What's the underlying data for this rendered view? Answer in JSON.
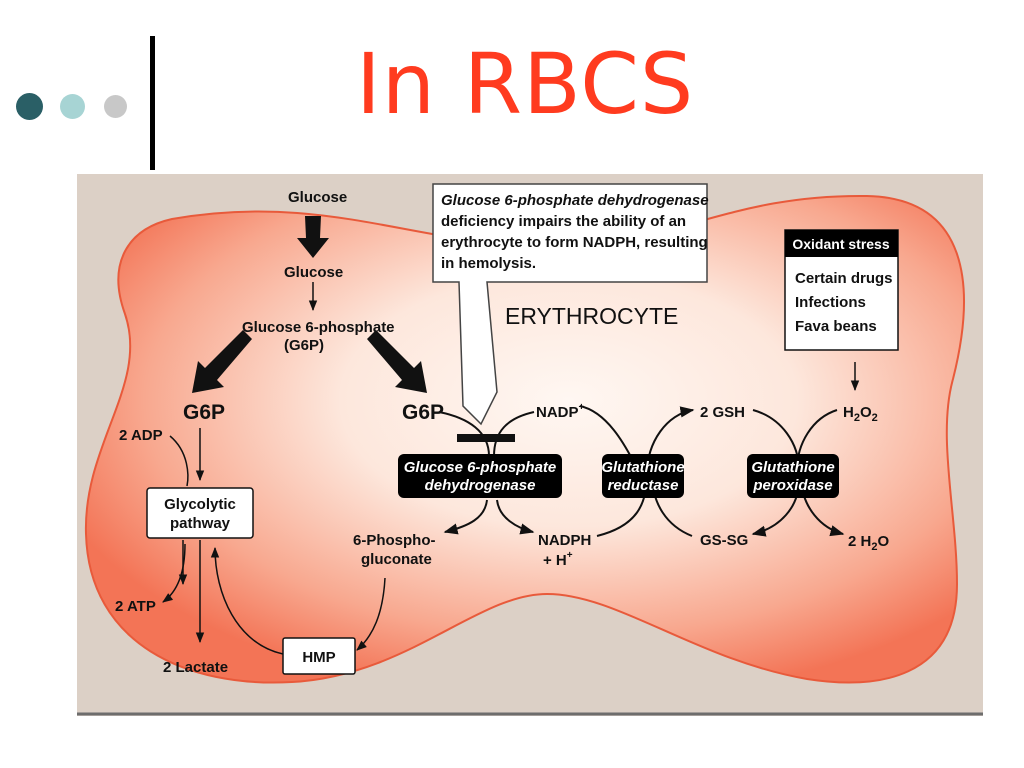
{
  "slide": {
    "title": "In RBCS",
    "title_color": "#ff3b1f",
    "dot_colors": [
      "#2a5f66",
      "#a7d4d4",
      "#c8c8c8"
    ]
  },
  "diagram": {
    "cell_label": "ERYTHROCYTE",
    "colors": {
      "background": "#dcd0c6",
      "cell_fill": "#f37456",
      "cell_center": "#fff7f2",
      "box": "#000000"
    },
    "glycolysis": {
      "glucose_top": "Glucose",
      "glucose": "Glucose",
      "g6p_line1": "Glucose 6-phosphate",
      "g6p_line2": "(G6P)",
      "g6p_left": "G6P",
      "adp": "2 ADP",
      "pathway_line1": "Glycolytic",
      "pathway_line2": "pathway",
      "atp": "2 ATP",
      "lactate": "2 Lactate",
      "hmp": "HMP"
    },
    "pentose": {
      "g6p_right": "G6P",
      "enzyme_line1": "Glucose 6-phosphate",
      "enzyme_line2": "dehydrogenase",
      "product_line1": "6-Phospho-",
      "product_line2": "gluconate",
      "nadp": "NADP",
      "nadph": "NADPH",
      "h_plus": "+ H",
      "plus_sup": "+"
    },
    "glutathione": {
      "reductase_line1": "Glutathione",
      "reductase_line2": "reductase",
      "gsh": "2 GSH",
      "gssg": "GS-SG",
      "peroxidase_line1": "Glutathione",
      "peroxidase_line2": "peroxidase",
      "h2o2_h": "H",
      "h2o2_o": "O",
      "sub2": "2",
      "water_pre": "2 H",
      "water_o": "O"
    },
    "oxidant": {
      "title": "Oxidant stress",
      "items": [
        "Certain drugs",
        "Infections",
        "Fava beans"
      ]
    },
    "callout": {
      "line1": "Glucose 6-phosphate dehydrogenase",
      "line2": "deficiency impairs the ability of an",
      "line3": "erythrocyte to form NADPH, resulting",
      "line4": "in hemolysis."
    }
  }
}
